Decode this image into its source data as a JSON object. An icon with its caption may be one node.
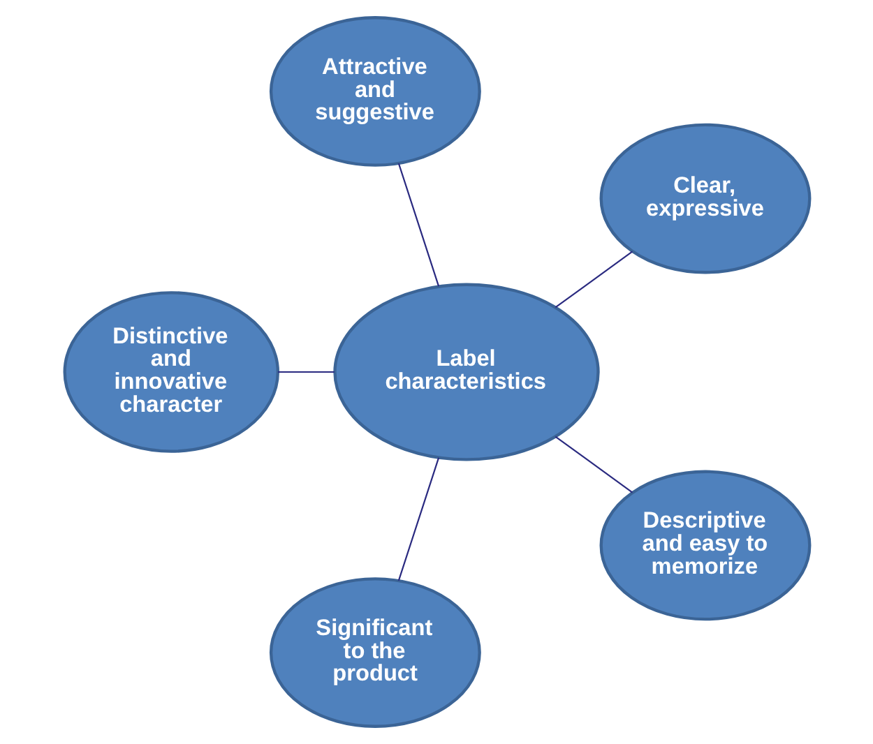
{
  "diagram": {
    "nodes": [
      {
        "text": [
          "Clear, expressive"
        ]
      },
      {
        "text": [
          "Attractive and suggestive"
        ]
      },
      {
        "text": [
          "Distinctive and innovative character"
        ]
      },
      {
        "text": [
          "Label characteristics"
        ]
      },
      {
        "text": [
          "Significant to the product"
        ]
      },
      {
        "text": [
          "Descriptive and easy to memorize"
        ]
      }
    ],
    "edges": [
      {
        "from": 3,
        "to": 0,
        "arrow": "none"
      },
      {
        "from": 3,
        "to": 1,
        "arrow": "none"
      },
      {
        "from": 3,
        "to": 2,
        "arrow": "none"
      },
      {
        "from": 3,
        "to": 4,
        "arrow": "none"
      },
      {
        "from": 3,
        "to": 5,
        "arrow": "none"
      }
    ]
  }
}
